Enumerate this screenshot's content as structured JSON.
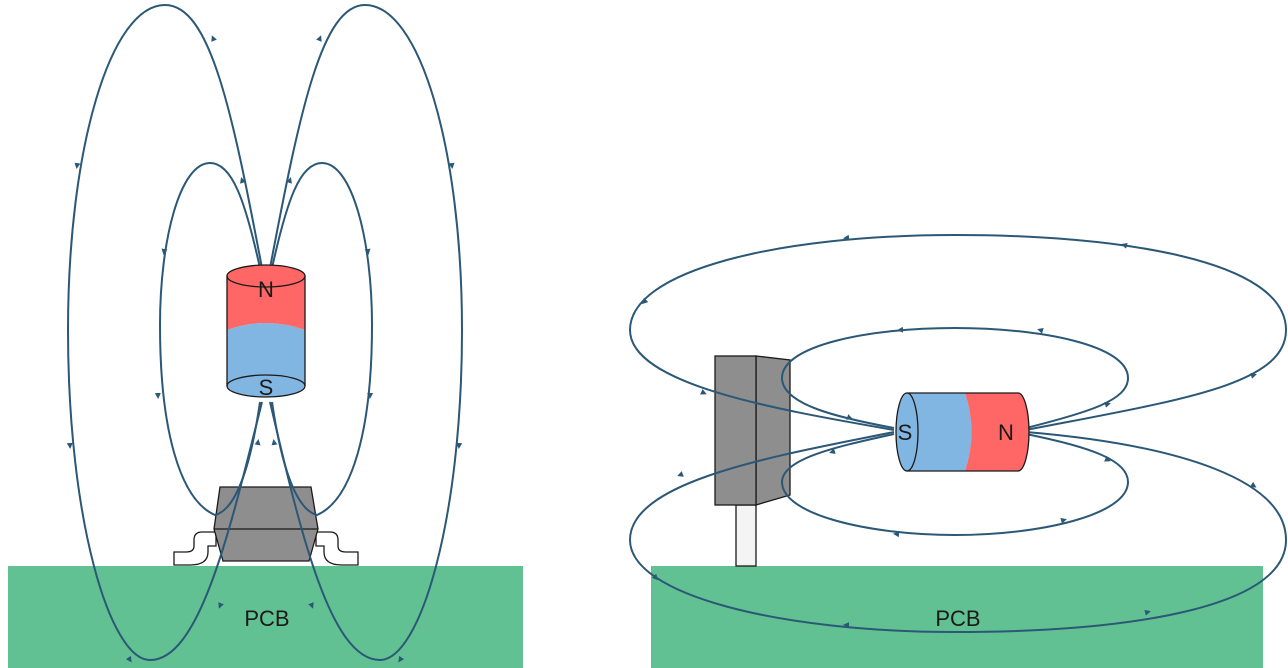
{
  "colors": {
    "field_line": "#2B5876",
    "pcb": "#62C192",
    "magnet_north": "#FF6666",
    "magnet_south": "#82B6E2",
    "sensor_body": "#8E8E8E",
    "lead_fill": "#FFFFFF",
    "outline": "#1A1A1A",
    "background": "#FFFFFF"
  },
  "left_diagram": {
    "pcb_label": "PCB",
    "magnet": {
      "north_label": "N",
      "south_label": "S"
    }
  },
  "right_diagram": {
    "pcb_label": "PCB",
    "magnet": {
      "north_label": "N",
      "south_label": "S"
    }
  }
}
